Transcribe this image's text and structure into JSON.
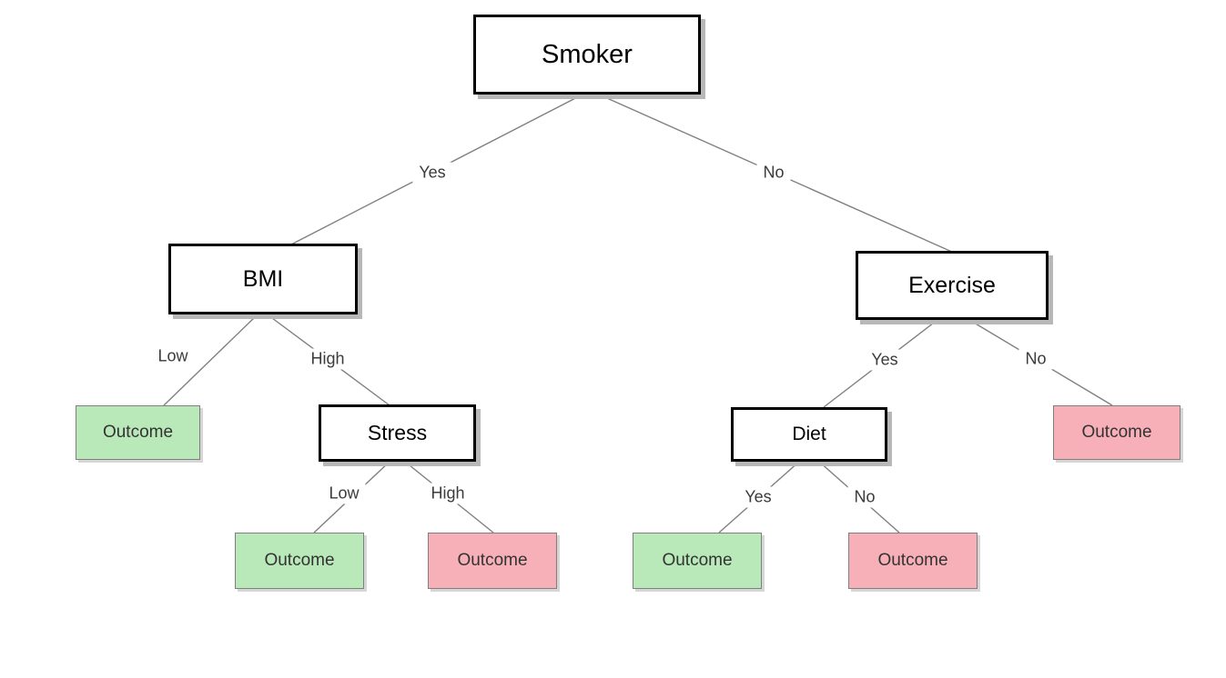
{
  "diagram": {
    "type": "decision-tree",
    "colors": {
      "positive_outcome_fill": "#b9e8b9",
      "negative_outcome_fill": "#f8b0b8",
      "decision_node_border": "#000000",
      "outcome_node_border": "#7f7f7f",
      "edge_line": "#808080",
      "background": "#ffffff"
    },
    "nodes": {
      "smoker": {
        "label": "Smoker"
      },
      "bmi": {
        "label": "BMI"
      },
      "exercise": {
        "label": "Exercise"
      },
      "stress": {
        "label": "Stress"
      },
      "diet": {
        "label": "Diet"
      },
      "outcome_bmi_low": {
        "label": "Outcome",
        "status": "positive"
      },
      "outcome_stress_low": {
        "label": "Outcome",
        "status": "positive"
      },
      "outcome_stress_high": {
        "label": "Outcome",
        "status": "negative"
      },
      "outcome_exercise_no": {
        "label": "Outcome",
        "status": "negative"
      },
      "outcome_diet_yes": {
        "label": "Outcome",
        "status": "positive"
      },
      "outcome_diet_no": {
        "label": "Outcome",
        "status": "negative"
      }
    },
    "edges": {
      "smoker_yes": {
        "from": "Smoker",
        "to": "BMI",
        "label": "Yes"
      },
      "smoker_no": {
        "from": "Smoker",
        "to": "Exercise",
        "label": "No"
      },
      "bmi_low": {
        "from": "BMI",
        "to": "Outcome (positive)",
        "label": "Low"
      },
      "bmi_high": {
        "from": "BMI",
        "to": "Stress",
        "label": "High"
      },
      "stress_low": {
        "from": "Stress",
        "to": "Outcome (positive)",
        "label": "Low"
      },
      "stress_high": {
        "from": "Stress",
        "to": "Outcome (negative)",
        "label": "High"
      },
      "exercise_yes": {
        "from": "Exercise",
        "to": "Diet",
        "label": "Yes"
      },
      "exercise_no": {
        "from": "Exercise",
        "to": "Outcome (negative)",
        "label": "No"
      },
      "diet_yes": {
        "from": "Diet",
        "to": "Outcome (positive)",
        "label": "Yes"
      },
      "diet_no": {
        "from": "Diet",
        "to": "Outcome (negative)",
        "label": "No"
      }
    }
  }
}
